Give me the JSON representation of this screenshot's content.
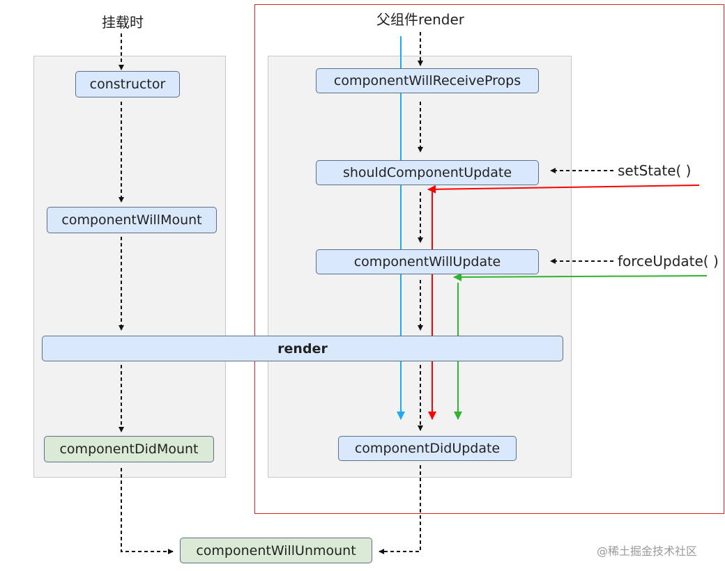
{
  "labels": {
    "mount": "挂载时",
    "parent_render": "父组件render",
    "set_state": "setState( )",
    "force_update": "forceUpdate( )"
  },
  "nodes": {
    "constructor": "constructor",
    "component_will_mount": "componentWillMount",
    "render": "render",
    "component_did_mount": "componentDidMount",
    "component_will_receive_props": "componentWillReceiveProps",
    "should_component_update": "shouldComponentUpdate",
    "component_will_update": "componentWillUpdate",
    "component_did_update": "componentDidUpdate",
    "component_will_unmount": "componentWillUnmount"
  },
  "watermark": "@稀土掘金技术社区",
  "colors": {
    "node_blue": "#dae8fc",
    "node_green": "#dbead5",
    "panel": "#f2f2f2",
    "frame": "#e31e24",
    "parent_render_line": "#1eaaf1",
    "set_state_line": "#ff0000",
    "force_update_line": "#2db52d",
    "dashed": "#111111"
  }
}
